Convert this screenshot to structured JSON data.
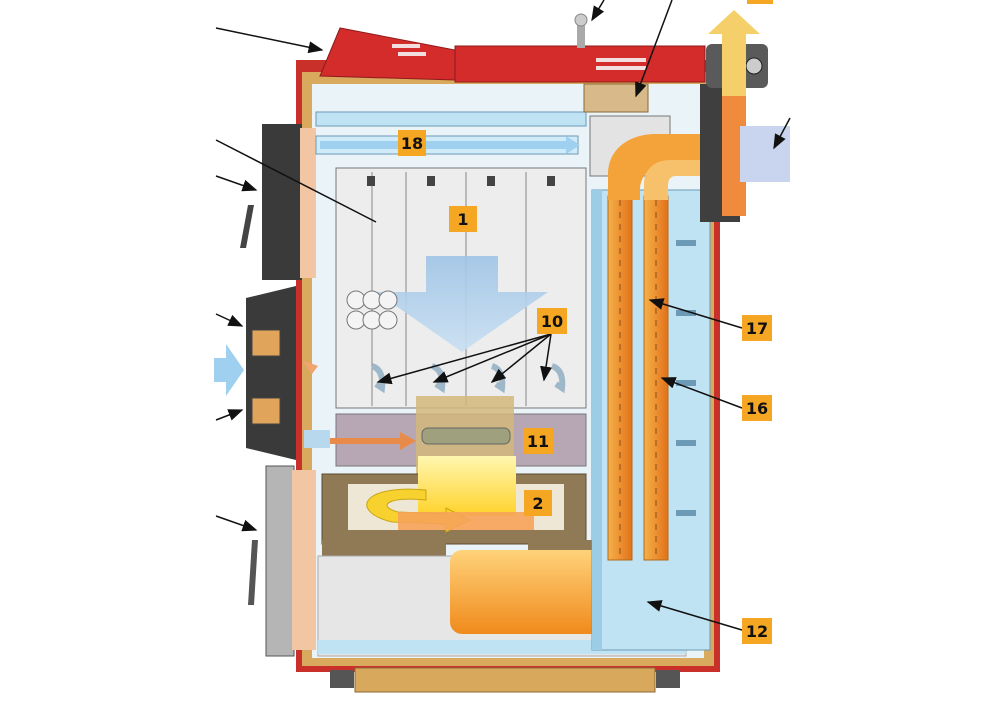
{
  "diagram": {
    "callouts": [
      {
        "id": "c18",
        "label": "18"
      },
      {
        "id": "c1",
        "label": "1"
      },
      {
        "id": "c10",
        "label": "10"
      },
      {
        "id": "c11",
        "label": "11"
      },
      {
        "id": "c2",
        "label": "2"
      },
      {
        "id": "c17",
        "label": "17"
      },
      {
        "id": "c16",
        "label": "16"
      },
      {
        "id": "c12",
        "label": "12"
      }
    ]
  },
  "colors": {
    "callout_bg": "#f5a623",
    "casing_red": "#d42b2b",
    "insulation": "#d9a95e",
    "water_jacket": "#bfe3f2",
    "flue_orange": "#f4a23a",
    "air_blue": "#9fd0ef",
    "flame_yellow": "#ffe64a"
  }
}
